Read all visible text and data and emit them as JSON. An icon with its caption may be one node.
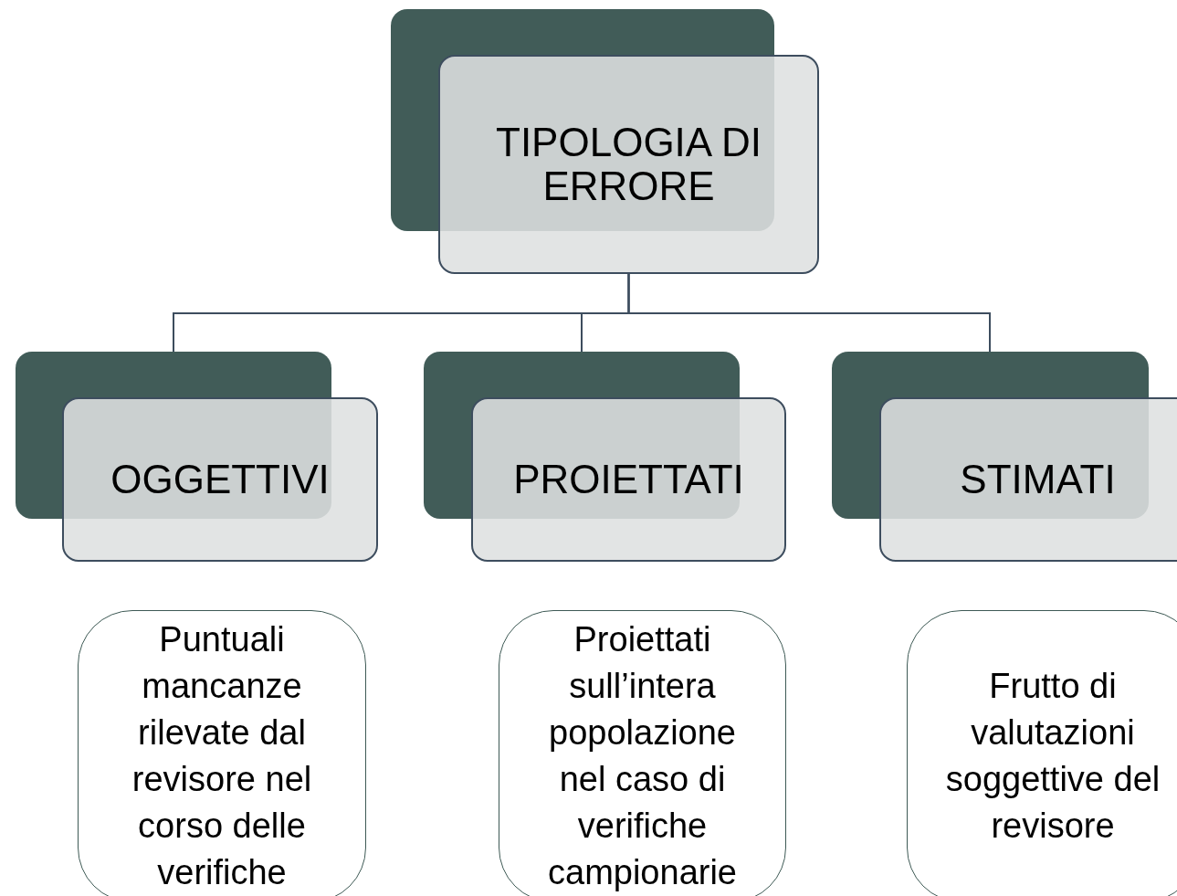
{
  "diagram": {
    "nodes": [
      {
        "text": [
          "TIPOLOGIA DI ERRORE"
        ]
      },
      {
        "text": [
          "OGGETTIVI"
        ]
      },
      {
        "text": [
          "PROIETTATI"
        ]
      },
      {
        "text": [
          "STIMATI"
        ]
      },
      {
        "text": [
          "Puntuali mancanze rilevate dal revisore nel corso delle verifiche"
        ]
      },
      {
        "text": [
          "Proiettati sull’intera popolazione nel caso di verifiche campionarie"
        ]
      },
      {
        "text": [
          "Frutto di valutazioni soggettive del revisore"
        ]
      }
    ],
    "edges": [
      {
        "from": 0,
        "to": 1,
        "arrow": "none"
      },
      {
        "from": 0,
        "to": 2,
        "arrow": "none"
      },
      {
        "from": 0,
        "to": 3,
        "arrow": "none"
      }
    ]
  }
}
